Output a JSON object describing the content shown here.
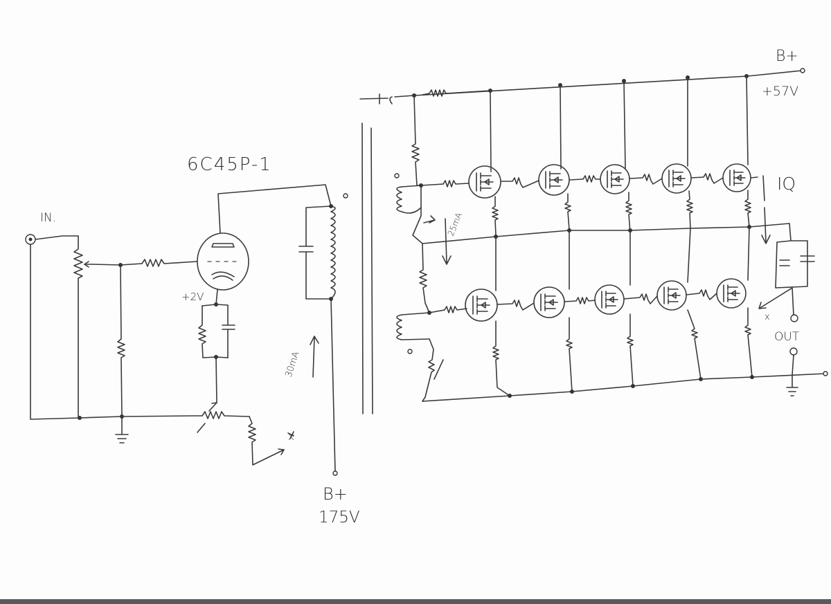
{
  "labels": {
    "tube": "6C45P-1",
    "input": "IN.",
    "cathode_voltage": "+2V",
    "tube_current": "30mA",
    "bplus_hv_label": "B+",
    "bplus_hv_value": "175V",
    "bplus_lv_label": "B+",
    "bplus_lv_value": "+57V",
    "bias_current": "25mA",
    "quiescent": "IQ",
    "output": "OUT",
    "nc_left": "x",
    "nc_right": "x"
  },
  "colors": {
    "ink": "#3a3a3a",
    "paper": "#fdfdfd"
  },
  "output_stage": {
    "mosfets_per_row": 5,
    "rows": 2
  }
}
